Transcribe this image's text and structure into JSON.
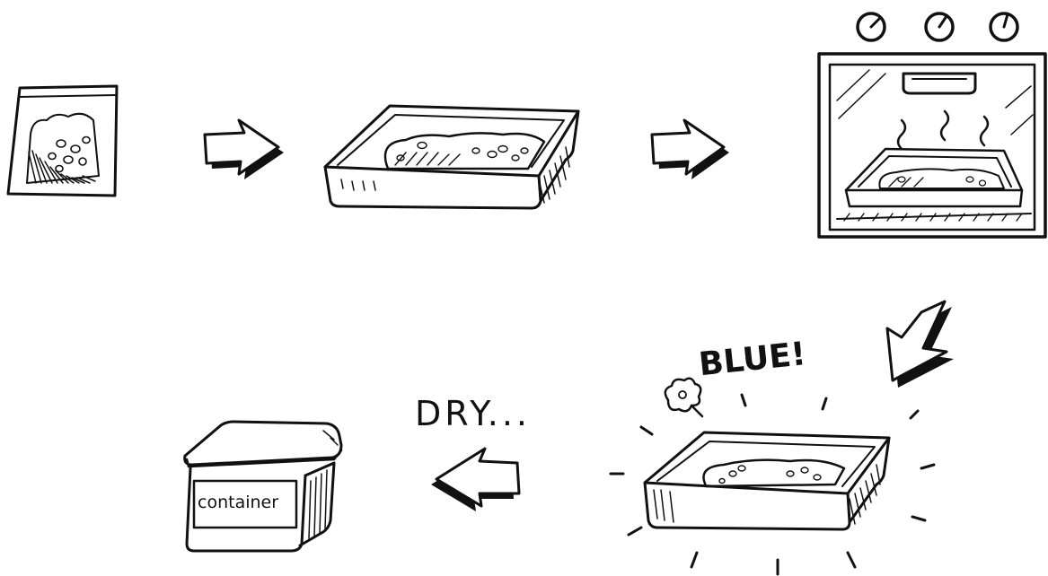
{
  "labels": {
    "blue": "BLUE!",
    "dry": "DRY...",
    "container": "container"
  }
}
